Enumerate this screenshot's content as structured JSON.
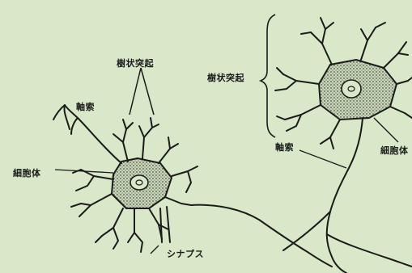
{
  "colors": {
    "background": "#d8e8c8",
    "ink": "#1b1b1b",
    "soma_fill": "#c7d6b6"
  },
  "labels": {
    "left_dendrites": "樹状突起",
    "left_axon": "軸索",
    "left_cell_body": "細胞体",
    "synapse": "シナプス",
    "right_dendrites": "樹状突起",
    "right_axon": "軸索",
    "right_cell_body": "細胞体"
  }
}
